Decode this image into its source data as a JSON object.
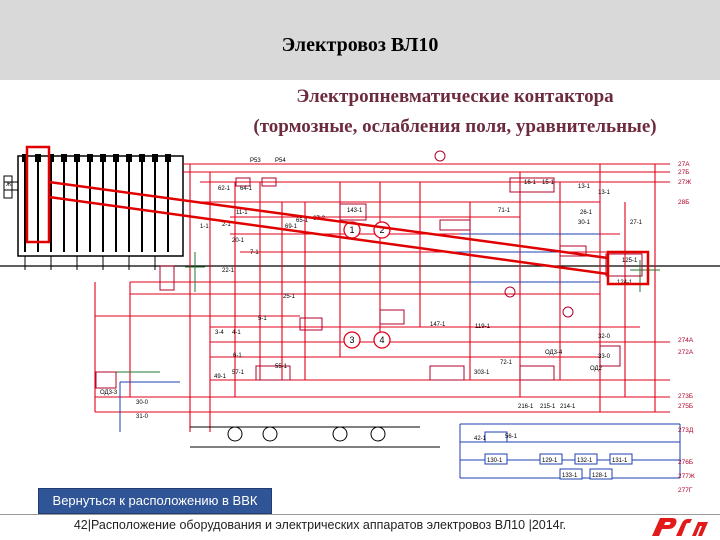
{
  "header": {
    "title": "Электровоз ВЛ10"
  },
  "slide": {
    "heading_line1": "Электропневматические контактора",
    "heading_line2": "(тормозные, ослабления поля, уравнительные)"
  },
  "nav": {
    "back_label": "Вернуться к расположению в ВВК"
  },
  "footer": {
    "page_number": "42",
    "separator1": "|",
    "caption": "Расположение оборудования и электрических аппаратов электровоз ВЛ10",
    "separator2": "|",
    "year": "2014г."
  },
  "schematic": {
    "wire_labels": [
      "27А",
      "27Б",
      "27Ж",
      "28Б",
      "274А",
      "272А",
      "273Б",
      "275Б",
      "273Д",
      "276Б",
      "277Ж",
      "277Г"
    ],
    "device_labels": [
      "Р53",
      "Р54",
      "62-1",
      "64-1",
      "11-1",
      "65-1",
      "67-2",
      "143-1",
      "2-1",
      "69-1",
      "1-1",
      "20-1",
      "22-1",
      "7-1",
      "71-1",
      "25-1",
      "3-4",
      "4-1",
      "6-1",
      "57-1",
      "55-1",
      "49-1",
      "5-1",
      "147-1",
      "119-1",
      "ОД3-4",
      "72-1",
      "303-1",
      "216-1",
      "215-1",
      "214-1",
      "ОД2",
      "32-0",
      "33-0",
      "30-1",
      "26-1",
      "27-1",
      "124-1",
      "125-1",
      "13-1",
      "15-1",
      "16-1",
      "130-1",
      "129-1",
      "132-1",
      "131-1",
      "128-1",
      "133-1",
      "42-1",
      "56-1",
      "ОД3-3",
      "31-0",
      "30-0",
      "13-1",
      "Ж"
    ],
    "motor_labels": [
      "1",
      "2",
      "3",
      "4"
    ],
    "logo_alt": "РЖД"
  },
  "colors": {
    "wire": "#e3001b",
    "wire_dark": "#b0002a",
    "blue_wire": "#1f3fb0",
    "green_wire": "#1f7a2e",
    "highlight": "#e00000",
    "heading": "#6d2b3e",
    "button": "#2f5597",
    "logo": "#e21a1a"
  }
}
